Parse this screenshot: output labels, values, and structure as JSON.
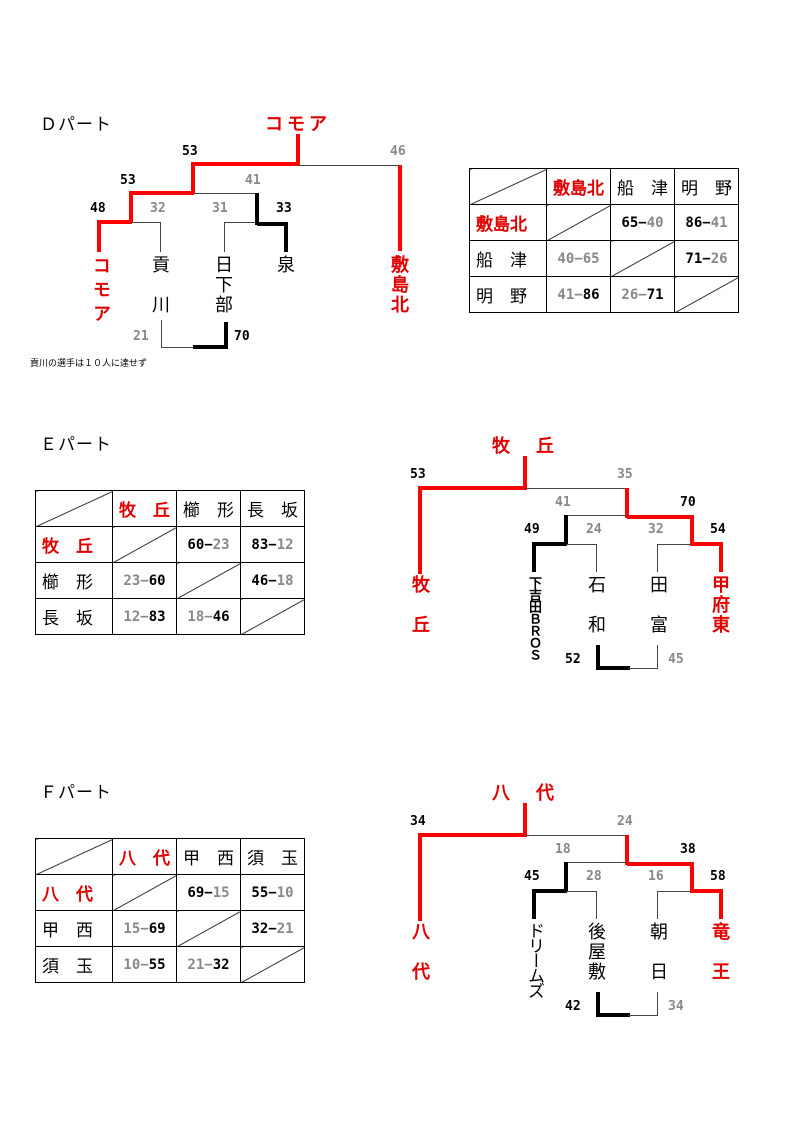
{
  "d_part": {
    "title": "Ｄパート",
    "champion": "コモア",
    "note": "貢川の選手は１０人に達せず",
    "scores": {
      "final_left": "53",
      "final_right": "46",
      "semi_left": "53",
      "semi_right": "41",
      "q1_left": "48",
      "q1_right": "32",
      "q2_left": "31",
      "q2_right": "33",
      "sub_left": "21",
      "sub_right": "70"
    },
    "teams": [
      {
        "name": "コモア",
        "winner": true
      },
      {
        "name": "貢\n\n川",
        "winner": false
      },
      {
        "name": "日\n下\n部",
        "winner": false
      },
      {
        "name": "泉",
        "winner": false
      },
      {
        "name": "敷\n島\n北",
        "winner": true
      }
    ],
    "table": {
      "headers": [
        "敷島北",
        "船　津",
        "明　野"
      ],
      "rows": [
        {
          "team": "敷島北",
          "cells": [
            "",
            "65−40",
            "86−41"
          ]
        },
        {
          "team": "船　津",
          "cells": [
            "40−65",
            "",
            "71−26"
          ]
        },
        {
          "team": "明　野",
          "cells": [
            "41−86",
            "26−71",
            ""
          ]
        }
      ]
    }
  },
  "e_part": {
    "title": "Ｅパート",
    "champion": "牧　丘",
    "scores": {
      "final_left": "53",
      "final_right": "35",
      "semi_left": "41",
      "semi_right": "70",
      "q1_left": "49",
      "q1_right": "24",
      "q2_left": "32",
      "q2_right": "54",
      "sub_left": "52",
      "sub_right": "45"
    },
    "teams": [
      {
        "name": "牧\n\n丘",
        "winner": true
      },
      {
        "name": "下吉田ＢＲＯＳ",
        "winner": false
      },
      {
        "name": "石\n\n和",
        "winner": false
      },
      {
        "name": "田\n\n富",
        "winner": false
      },
      {
        "name": "甲\n府\n東",
        "winner": true
      }
    ],
    "table": {
      "headers": [
        "牧　丘",
        "櫛　形",
        "長　坂"
      ],
      "rows": [
        {
          "team": "牧　丘",
          "cells": [
            "",
            "60−23",
            "83−12"
          ]
        },
        {
          "team": "櫛　形",
          "cells": [
            "23−60",
            "",
            "46−18"
          ]
        },
        {
          "team": "長　坂",
          "cells": [
            "12−83",
            "18−46",
            ""
          ]
        }
      ]
    }
  },
  "f_part": {
    "title": "Ｆパート",
    "champion": "八　代",
    "scores": {
      "final_left": "34",
      "final_right": "24",
      "semi_left": "18",
      "semi_right": "38",
      "q1_left": "45",
      "q1_right": "28",
      "q2_left": "16",
      "q2_right": "58",
      "sub_left": "42",
      "sub_right": "34"
    },
    "teams": [
      {
        "name": "八\n\n代",
        "winner": true
      },
      {
        "name": "ドリームズ",
        "winner": false
      },
      {
        "name": "後\n屋\n敷",
        "winner": false
      },
      {
        "name": "朝\n\n日",
        "winner": false
      },
      {
        "name": "竜\n\n王",
        "winner": true
      }
    ],
    "table": {
      "headers": [
        "八　代",
        "甲　西",
        "須　玉"
      ],
      "rows": [
        {
          "team": "八　代",
          "cells": [
            "",
            "69−15",
            "55−10"
          ]
        },
        {
          "team": "甲　西",
          "cells": [
            "15−69",
            "",
            "32−21"
          ]
        },
        {
          "team": "須　玉",
          "cells": [
            "10−55",
            "21−32",
            ""
          ]
        }
      ]
    }
  }
}
